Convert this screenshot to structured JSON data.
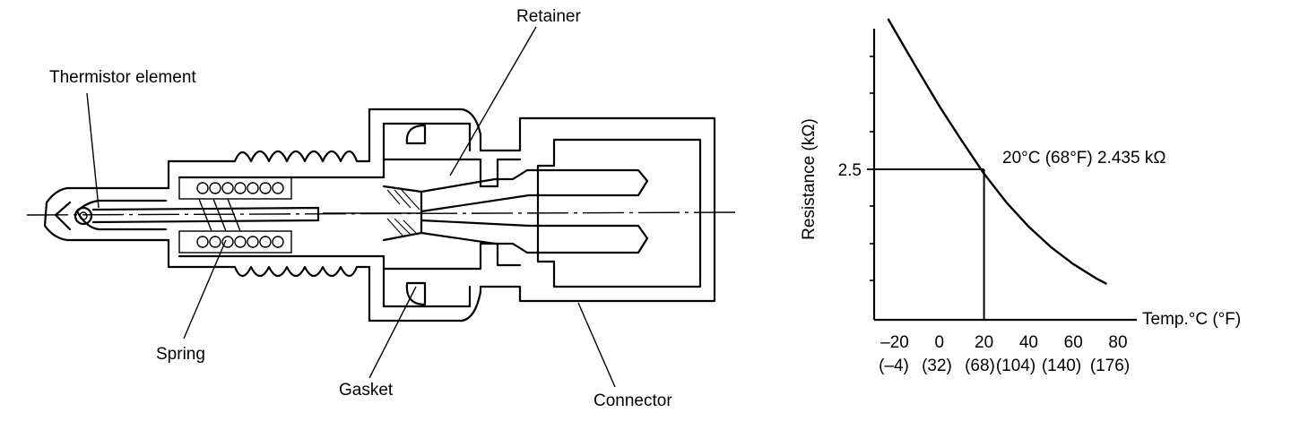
{
  "diagram": {
    "labels": {
      "thermistor": "Thermistor element",
      "retainer": "Retainer",
      "spring": "Spring",
      "gasket": "Gasket",
      "connector": "Connector"
    }
  },
  "chart_data": {
    "type": "line",
    "ylabel": "Resistance (kΩ)",
    "xlabel": "Temp.°C (°F)",
    "x_ticks": [
      "–20",
      "0",
      "20",
      "40",
      "60",
      "80"
    ],
    "x_ticks_f": [
      "(–4)",
      "(32)",
      "(68)",
      "(104)",
      "(140)",
      "(176)"
    ],
    "x_tick_values": [
      -20,
      0,
      20,
      40,
      60,
      80
    ],
    "y_ticks": [
      "2.5"
    ],
    "y_tick_values": [
      2.5
    ],
    "xlim": [
      -25,
      85
    ],
    "series": [
      {
        "x": [
          -23,
          -20,
          -10,
          0,
          10,
          20,
          30,
          40,
          50,
          60,
          70,
          75
        ],
        "y": [
          4.55,
          4.39,
          3.87,
          3.36,
          2.89,
          2.44,
          2.05,
          1.72,
          1.44,
          1.21,
          1.02,
          0.94
        ]
      }
    ],
    "annotation": {
      "text": "20°C (68°F) 2.435 kΩ",
      "x": 20,
      "y": 2.435
    }
  }
}
